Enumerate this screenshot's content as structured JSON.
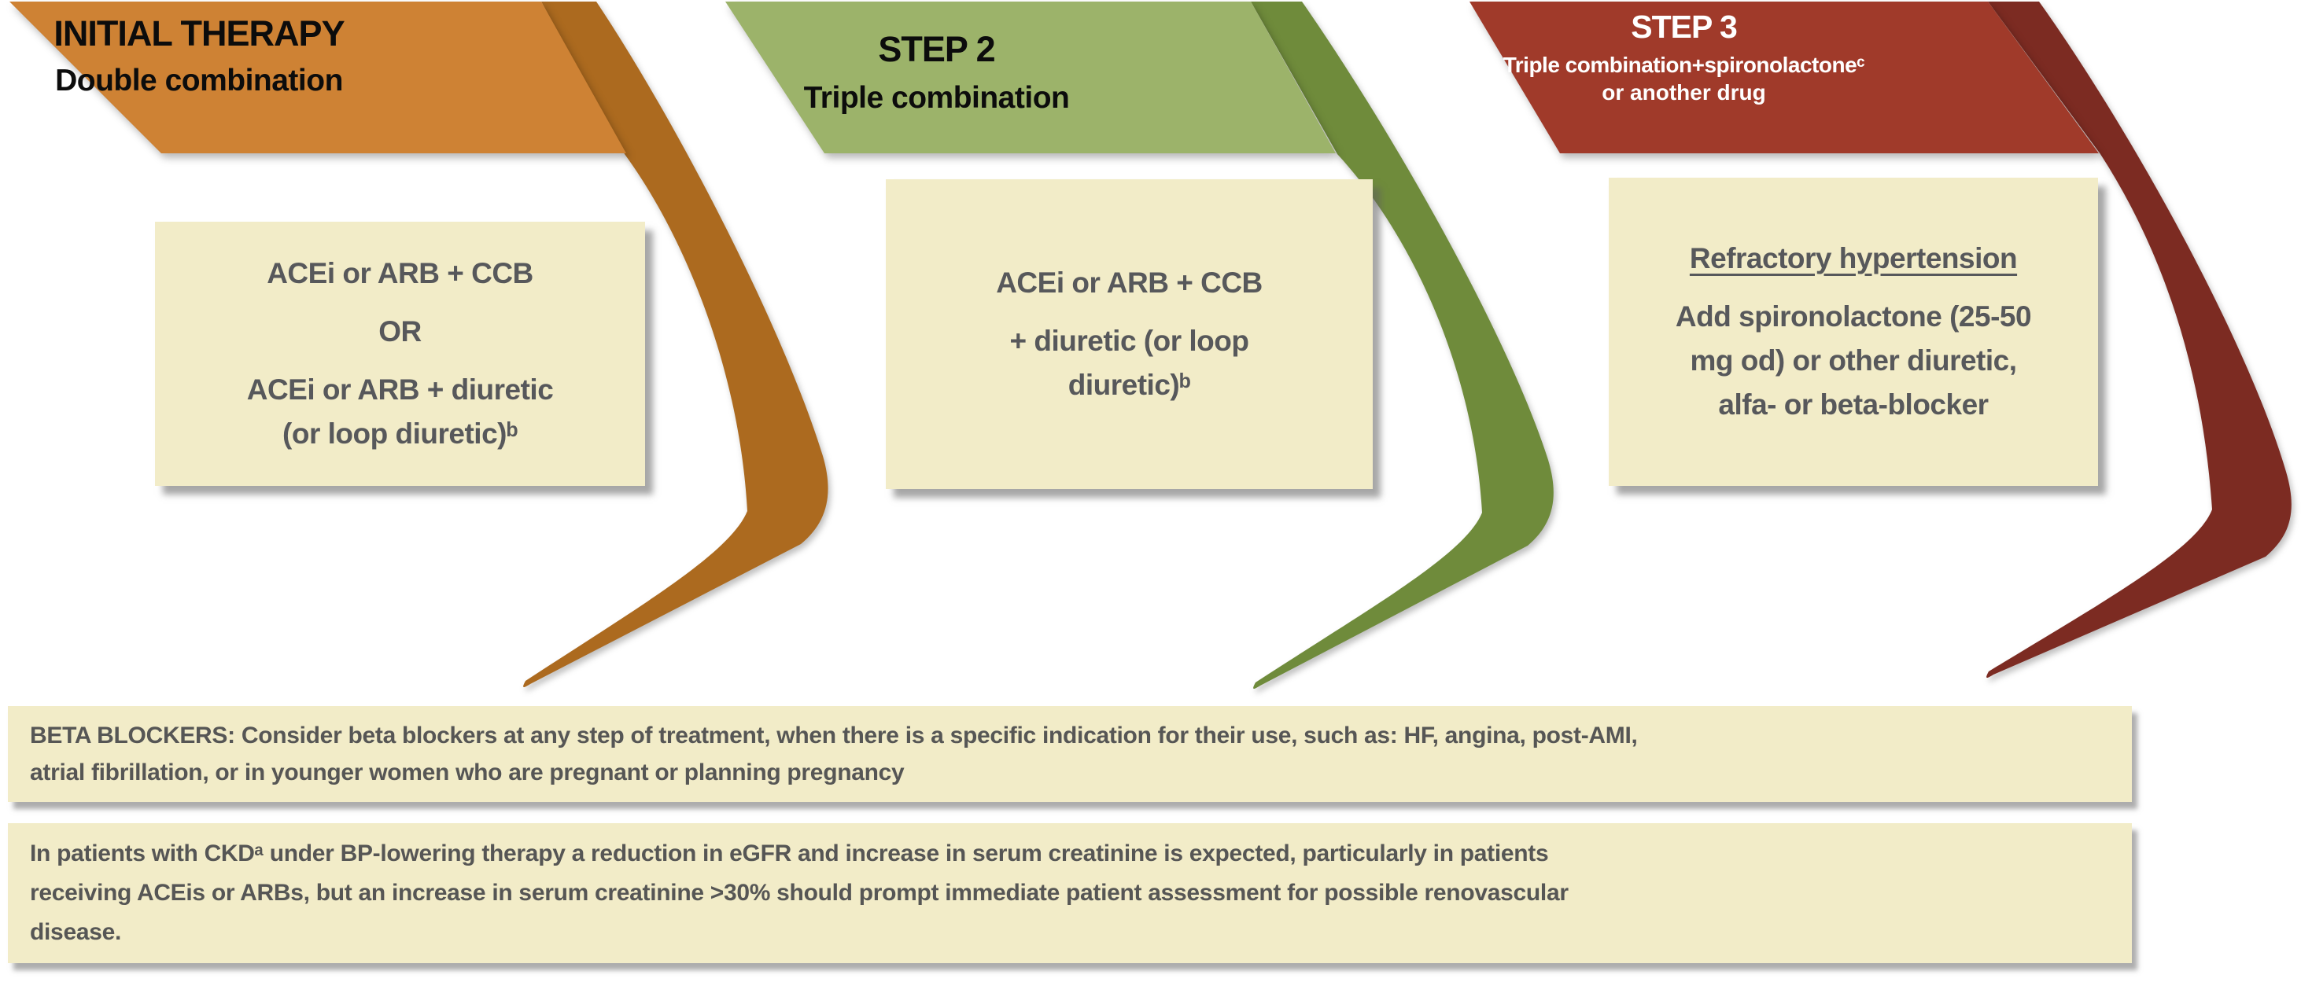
{
  "figure_title": "Hypertension drug-treatment steps flowchart",
  "colors": {
    "step1_banner": "#CE8234",
    "step1_swoosh": "#AC6A1F",
    "step2_banner": "#9CB36A",
    "step2_swoosh": "#6F8B3B",
    "step3_banner": "#A03A2A",
    "step3_swoosh": "#7C2B22",
    "box_bg": "#F2ECC8",
    "box_text": "#57585B",
    "banner_text_dark": "#0C0C0C",
    "banner_text_light": "#FFFFFF"
  },
  "steps": [
    {
      "name": "initial-therapy",
      "banner": {
        "title": "INITIAL THERAPY",
        "subtitle": "Double combination"
      },
      "box": {
        "paragraphs": [
          [
            "ACEi or ARB + CCB"
          ],
          [
            "OR"
          ],
          [
            "ACEi or ARB + diuretic",
            "(or loop diuretic)ᵇ"
          ]
        ]
      }
    },
    {
      "name": "step-2",
      "banner": {
        "title": "STEP 2",
        "subtitle": "Triple combination"
      },
      "box": {
        "paragraphs": [
          [
            "ACEi or ARB + CCB"
          ],
          [
            "+ diuretic (or loop",
            "diuretic)ᵇ"
          ]
        ]
      }
    },
    {
      "name": "step-3",
      "banner": {
        "title": "STEP 3",
        "subtitle": "Triple combination+spironolactoneᶜ",
        "subtitle2": "or another drug"
      },
      "box": {
        "heading": "Refractory hypertension",
        "paragraphs": [
          [
            "Add spironolactone (25-50",
            "mg od) or other diuretic,",
            "alfa- or beta-blocker"
          ]
        ]
      }
    }
  ],
  "notes": [
    {
      "lines": [
        "BETA BLOCKERS: Consider beta blockers at any step of treatment, when there is a specific indication for their use, such as: HF, angina, post-AMI,",
        "atrial fibrillation, or in younger women who are pregnant or planning pregnancy"
      ]
    },
    {
      "lines": [
        "In patients with CKDᵃ under BP-lowering therapy a reduction in eGFR and increase in serum creatinine is expected, particularly in patients",
        "receiving ACEis or ARBs, but an increase in serum creatinine >30% should prompt immediate patient assessment for possible renovascular",
        "disease."
      ]
    }
  ]
}
